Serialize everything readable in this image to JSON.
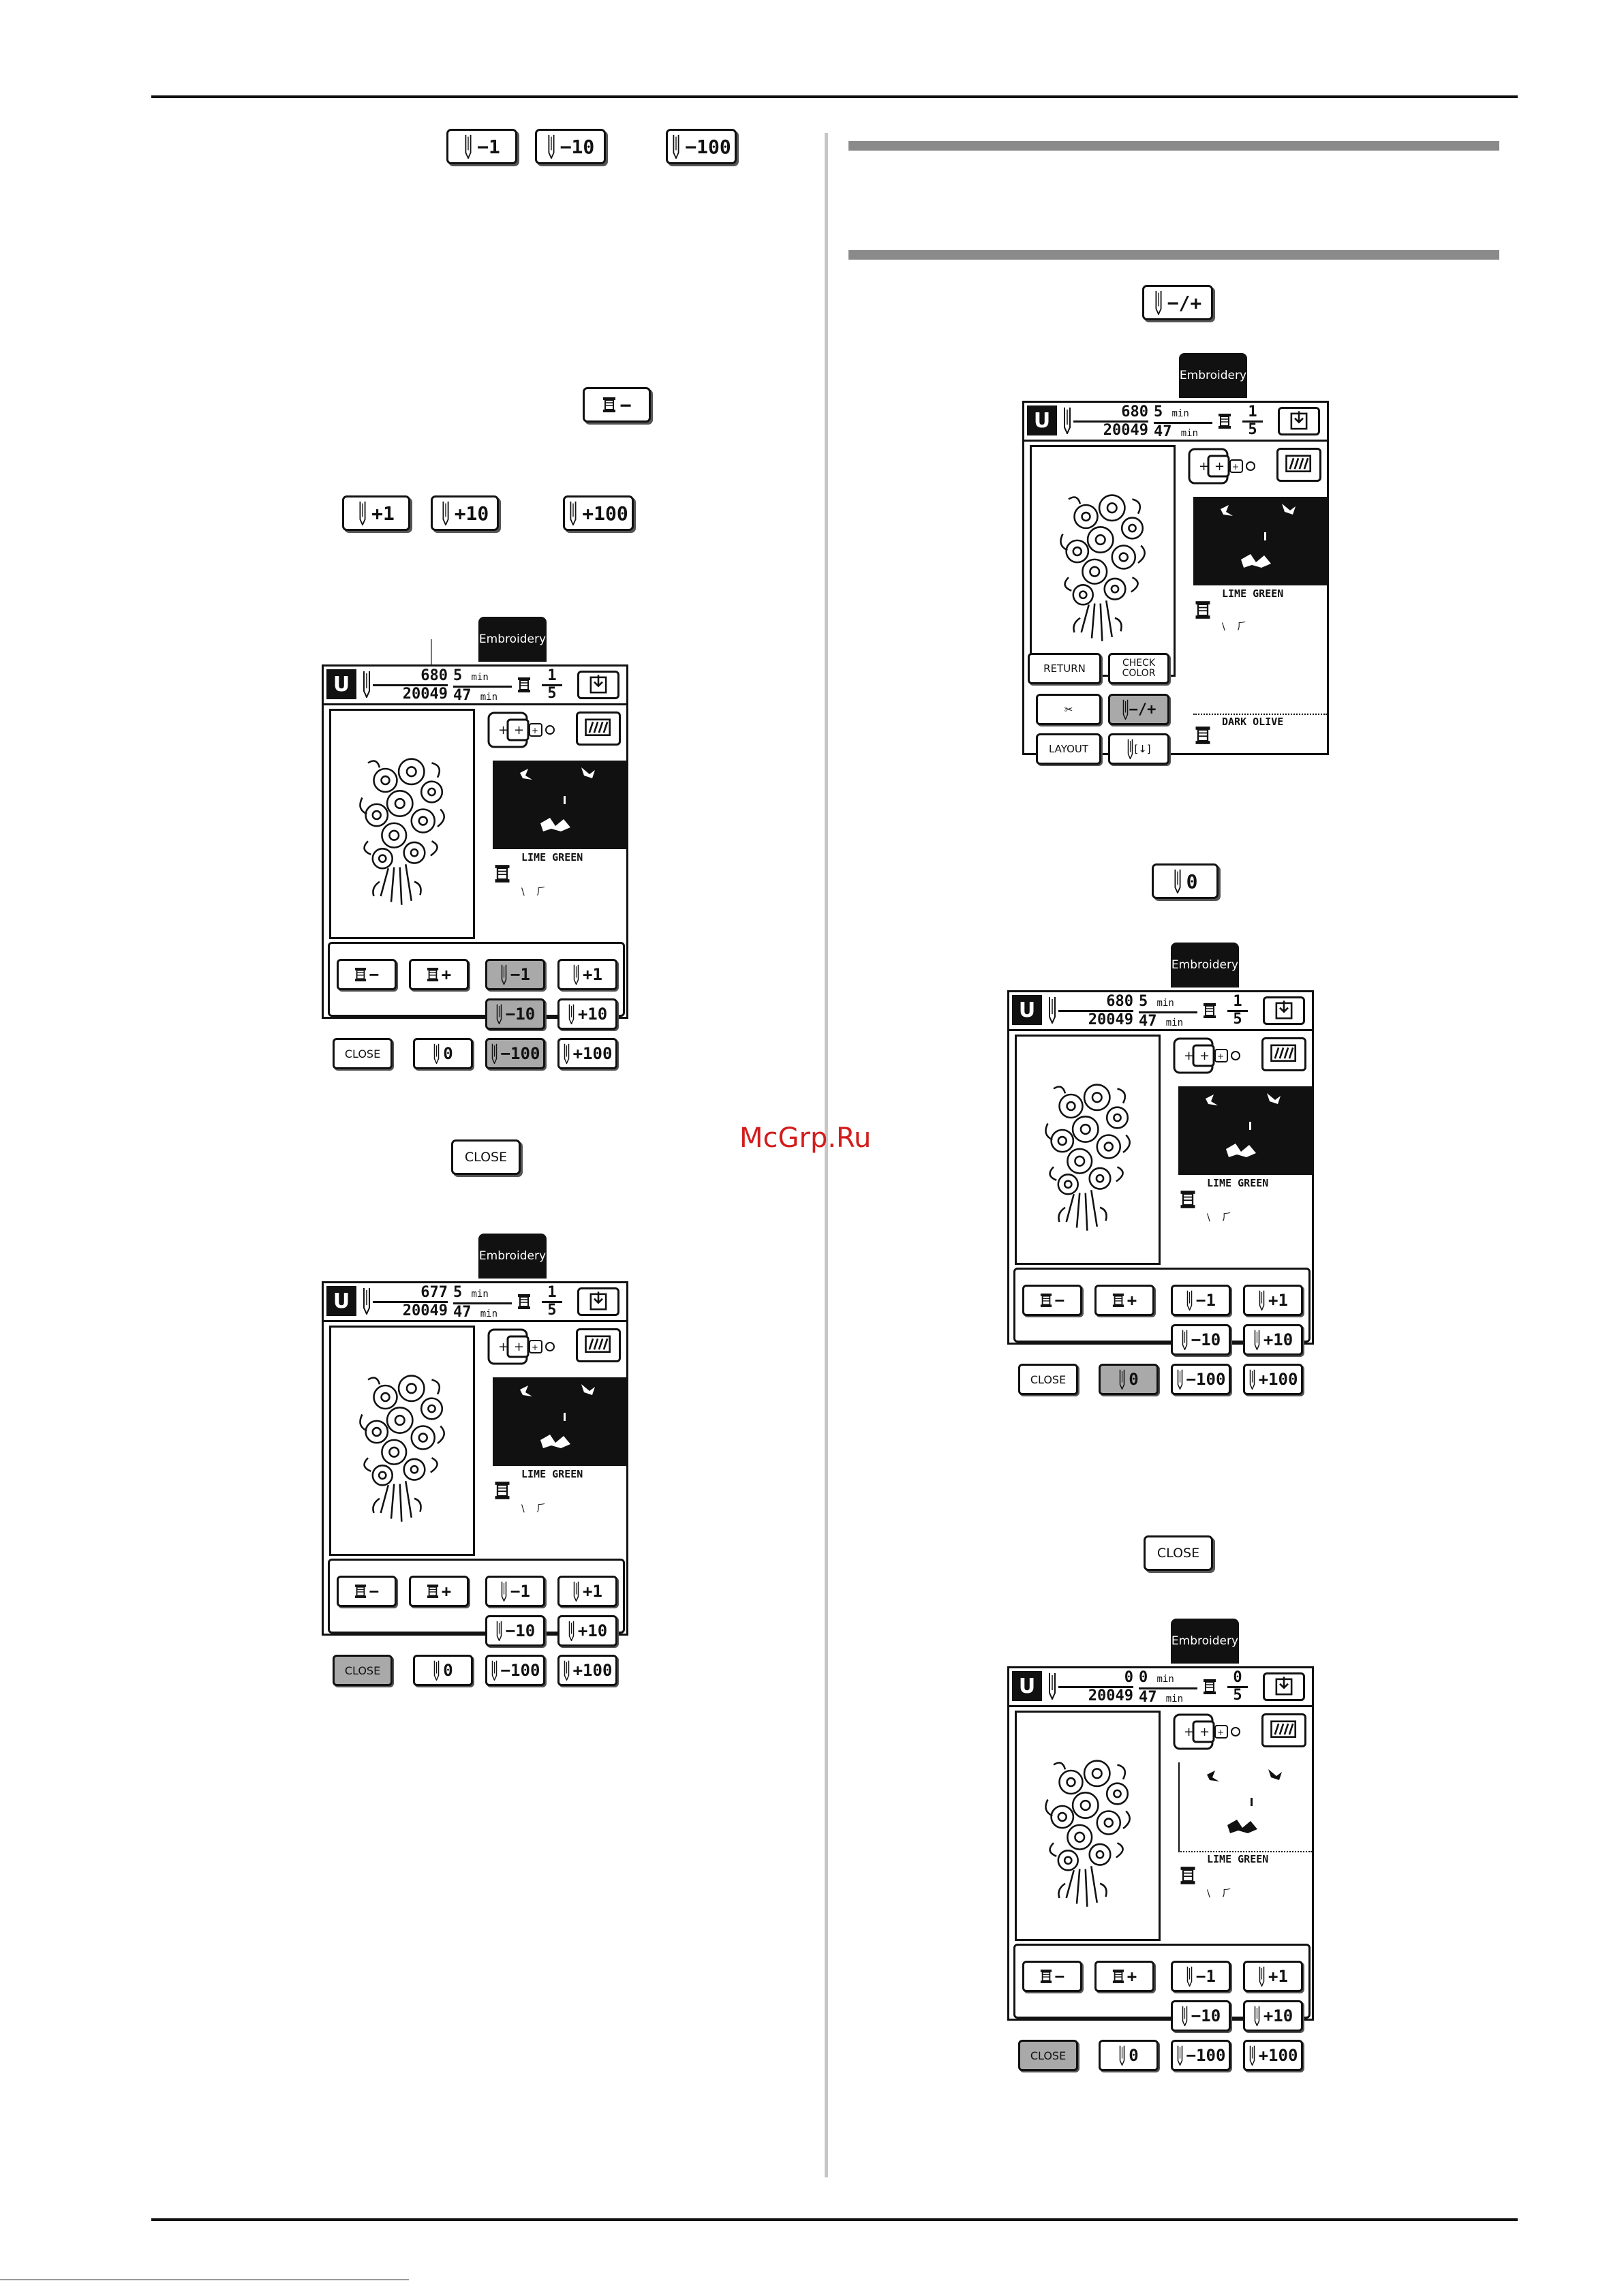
{
  "watermark": "McGrp.Ru",
  "left_keys": {
    "minus1": "−1",
    "minus10": "−10",
    "minus100": "−100",
    "color_back": "−",
    "plus1": "+1",
    "plus10": "+10",
    "plus100": "+100",
    "close": "CLOSE"
  },
  "right_keys": {
    "plusminus": "−/+",
    "zero": "0",
    "close": "CLOSE"
  },
  "screen_common": {
    "tab_label": "Embroidery",
    "logo": "U",
    "stitch_total": "20049",
    "min_unit": "min",
    "color_total": "5",
    "color_name_1": "LIME GREEN",
    "color_name_2": "DARK OLIVE",
    "panel": {
      "color_minus": "−",
      "color_plus": "+",
      "m1": "−1",
      "p1": "+1",
      "m10": "−10",
      "p10": "+10",
      "m100": "−100",
      "p100": "+100",
      "zero": "0",
      "close": "CLOSE"
    },
    "side": {
      "return": "RETURN",
      "check_color": "CHECK COLOR",
      "plusminus": "−/+",
      "layout": "LAYOUT"
    }
  },
  "screens": {
    "s1": {
      "stitch": "680",
      "time_a": "5",
      "time_b": "47",
      "color_cur": "1",
      "active": "minus"
    },
    "s2": {
      "stitch": "677",
      "time_a": "5",
      "time_b": "47",
      "color_cur": "1",
      "active": "close"
    },
    "s3": {
      "stitch": "680",
      "time_a": "5",
      "time_b": "47",
      "color_cur": "1",
      "active": "plusminus"
    },
    "s4": {
      "stitch": "680",
      "time_a": "5",
      "time_b": "47",
      "color_cur": "1",
      "active": "zero"
    },
    "s5": {
      "stitch": "0",
      "time_a": "0",
      "time_b": "47",
      "color_cur": "0",
      "active": "close"
    }
  }
}
